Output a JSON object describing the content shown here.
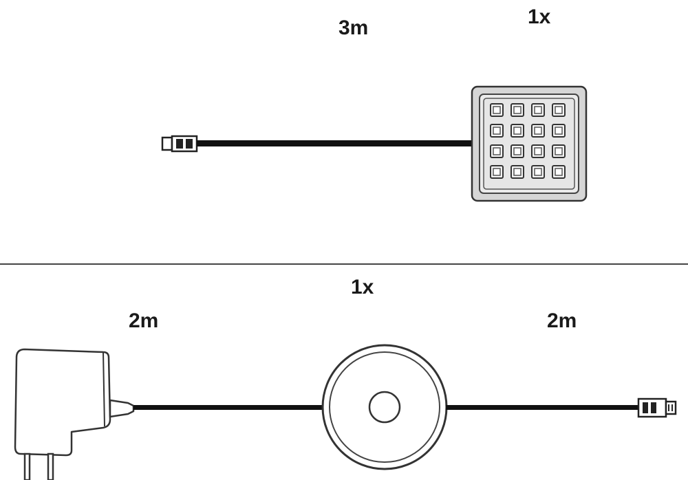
{
  "top_section": {
    "cable_length_label": "3m",
    "quantity_label": "1x",
    "led_grid": {
      "rows": 4,
      "cols": 4
    }
  },
  "bottom_section": {
    "quantity_label": "1x",
    "left_cable_length_label": "2m",
    "right_cable_length_label": "2m"
  },
  "colors": {
    "cable": "#111111",
    "outline": "#333333",
    "panel_fill": "#e2e2e2",
    "divider": "#444444"
  }
}
